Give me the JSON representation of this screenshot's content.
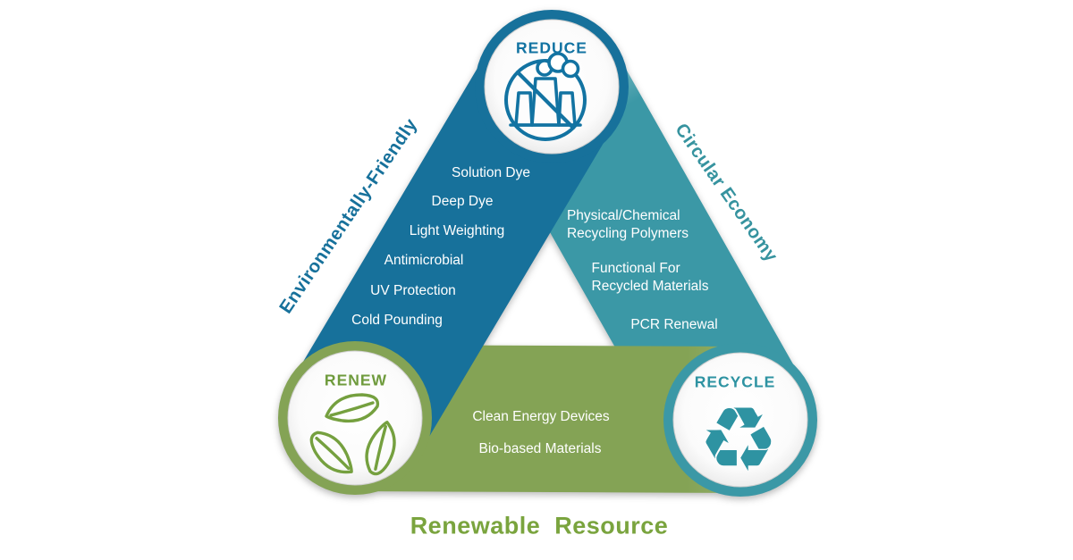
{
  "diagram": {
    "bottom_title": "Renewable  Resource",
    "colors": {
      "left_band": "#17719b",
      "right_band": "#3b98a6",
      "bottom_band": "#84a355",
      "reduce_accent": "#1273a2",
      "renew_accent": "#6f9b3d",
      "recycle_accent": "#2e93a2",
      "bottom_title_color": "#7aa43e"
    },
    "edges": {
      "left": {
        "label": "Environmentally-Friendly",
        "items": [
          "Solution Dye",
          "Deep Dye",
          "Light Weighting",
          "Antimicrobial",
          "UV Protection",
          "Cold Pounding"
        ]
      },
      "right": {
        "label": "Circular Economy",
        "items": [
          "Physical/Chemical\nRecycling Polymers",
          "Functional For\nRecycled Materials",
          "PCR Renewal"
        ]
      },
      "bottom": {
        "items": [
          "Clean Energy Devices",
          "Bio-based Materials"
        ]
      }
    },
    "nodes": {
      "reduce": {
        "label": "REDUCE",
        "icon": "no-pollution-factory-icon"
      },
      "renew": {
        "label": "RENEW",
        "icon": "leaves-cycle-icon"
      },
      "recycle": {
        "label": "RECYCLE",
        "icon": "recycling-arrows-icon",
        "glyph": "♻"
      }
    }
  }
}
